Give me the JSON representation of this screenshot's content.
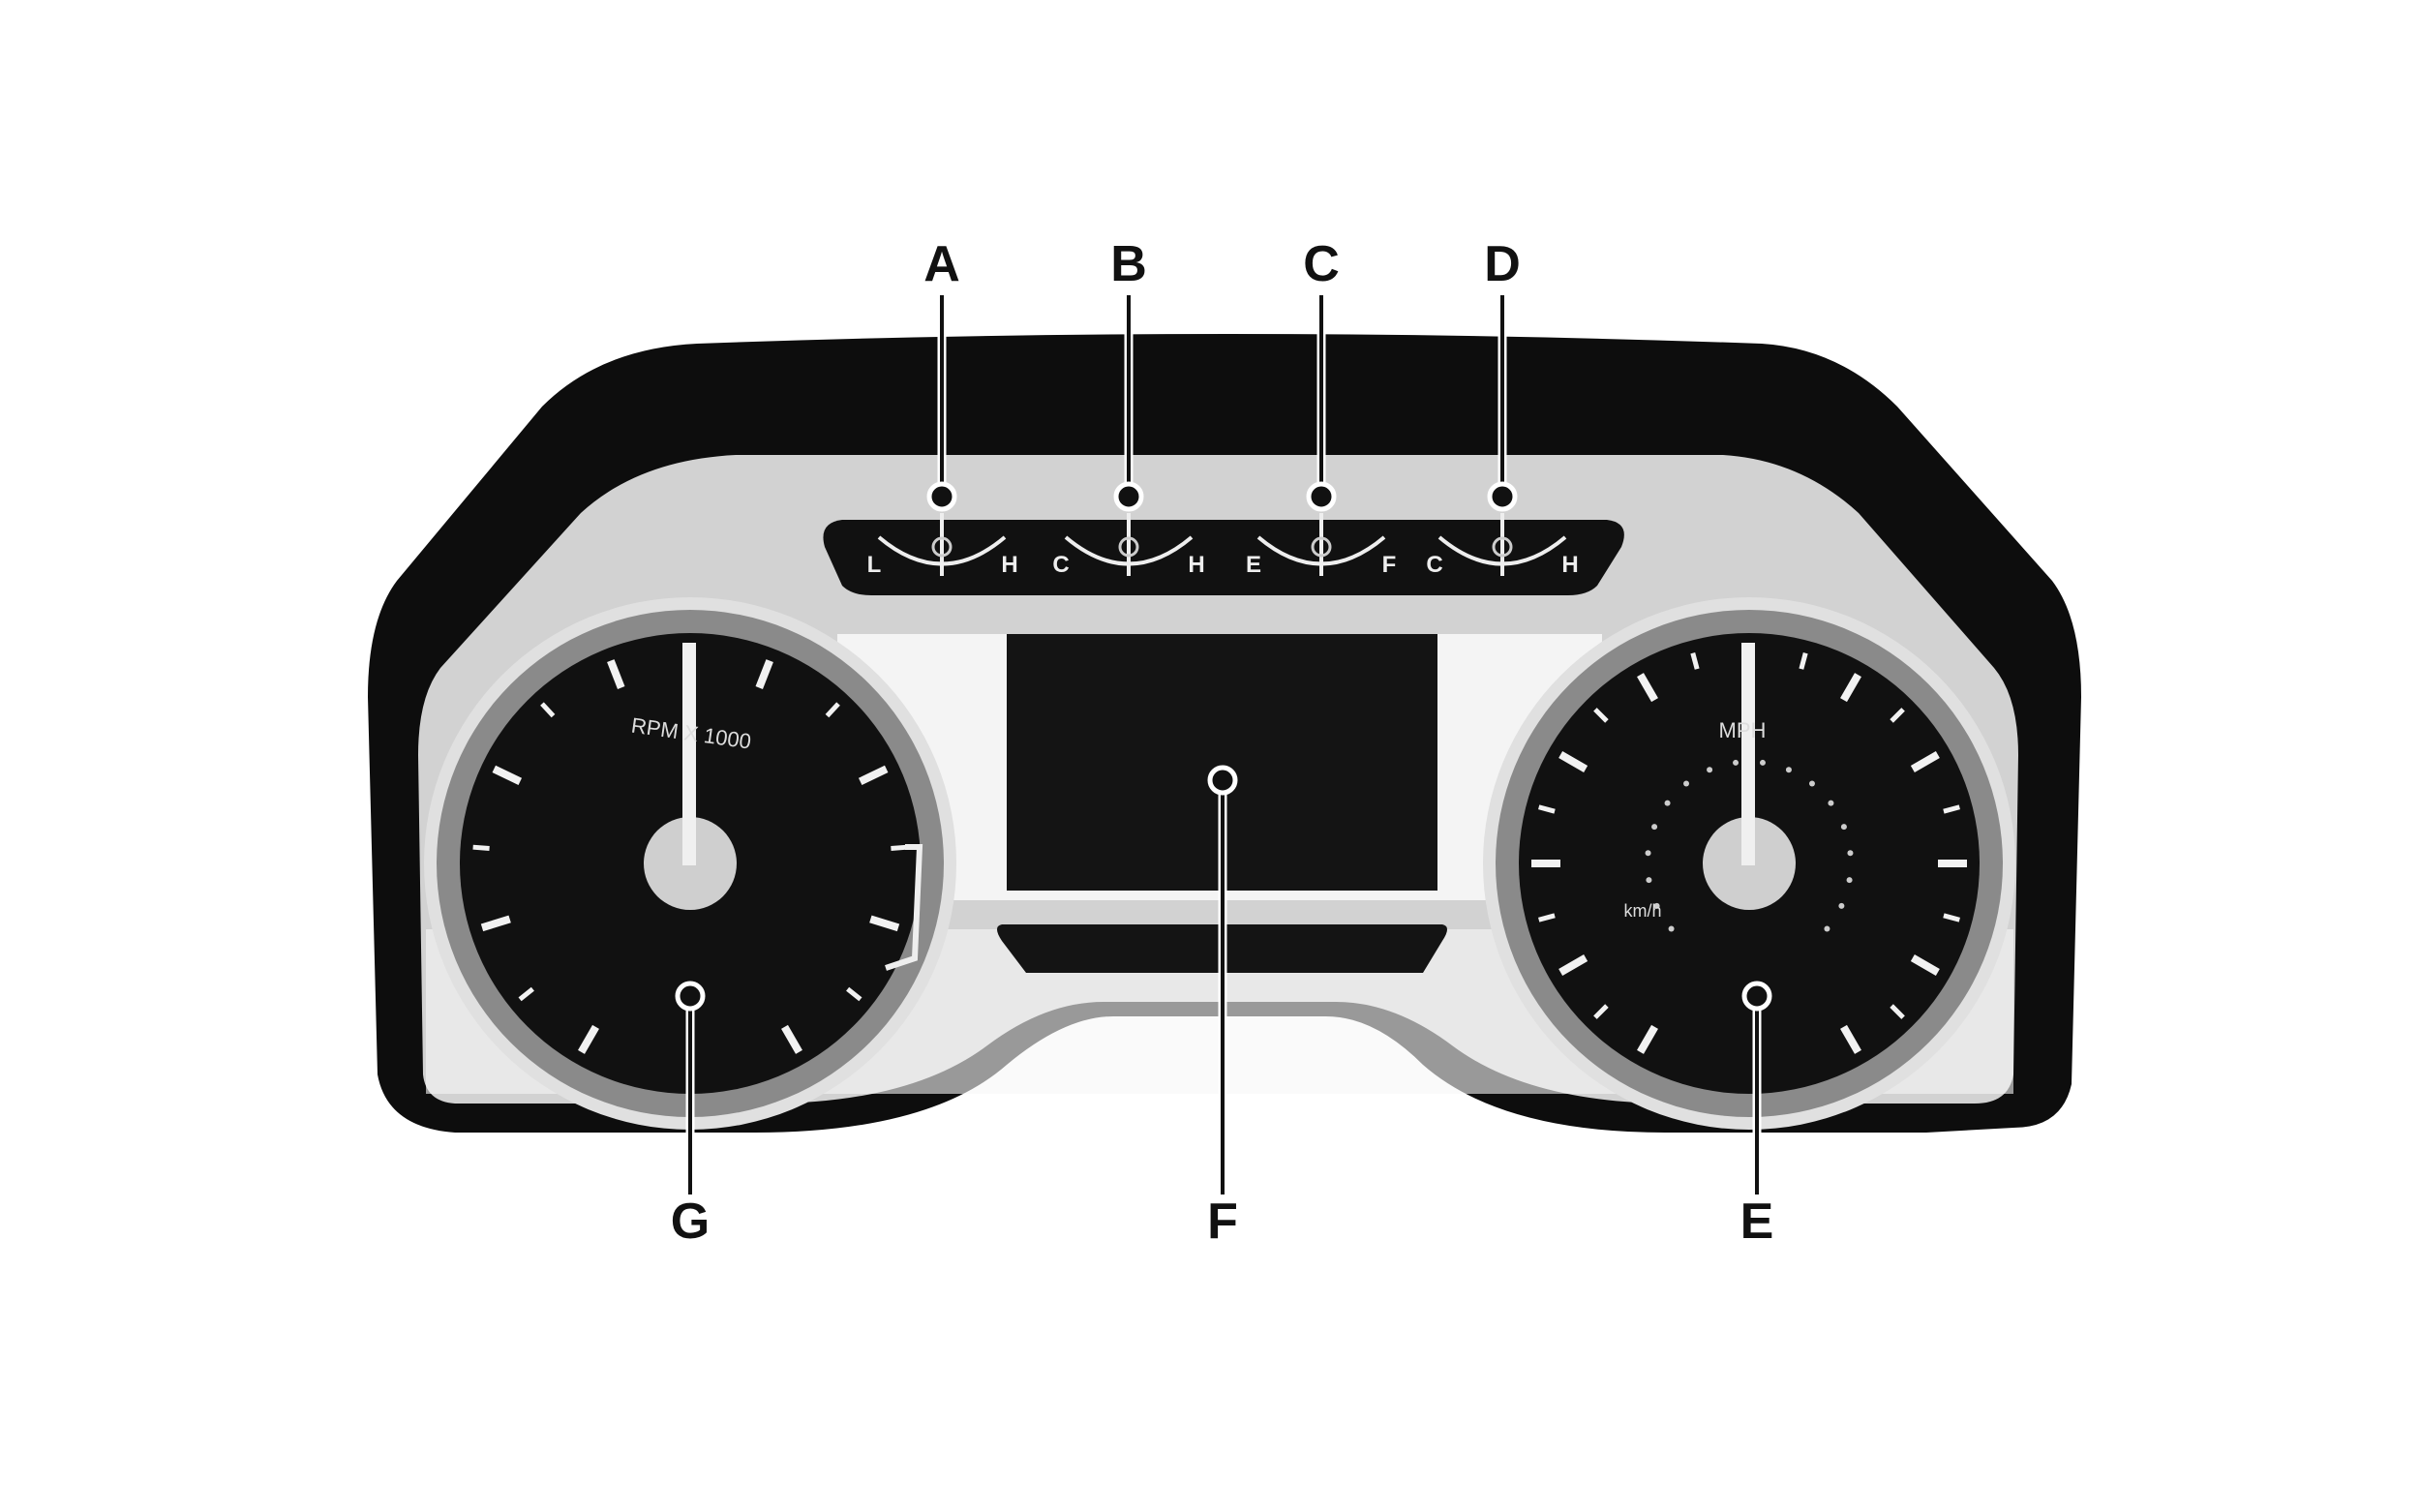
{
  "callouts": {
    "A": "A",
    "B": "B",
    "C": "C",
    "D": "D",
    "E": "E",
    "F": "F",
    "G": "G"
  },
  "small_gauges": [
    {
      "id": "A",
      "left": "L",
      "right": "H",
      "icon": "oil-pressure-icon"
    },
    {
      "id": "B",
      "left": "C",
      "right": "H",
      "icon": "transmission-temp-icon"
    },
    {
      "id": "C",
      "left": "E",
      "right": "F",
      "icon": "fuel-icon"
    },
    {
      "id": "D",
      "left": "C",
      "right": "H",
      "icon": "coolant-temp-icon"
    }
  ],
  "tachometer": {
    "label": "RPM X 1000"
  },
  "speedometer": {
    "label": "MPH",
    "sub_label": "km/h"
  },
  "colors": {
    "housing": "#0d0d0d",
    "bezel": "#c9c9c9",
    "dial": "#111111",
    "ring": "#8a8a8a"
  }
}
